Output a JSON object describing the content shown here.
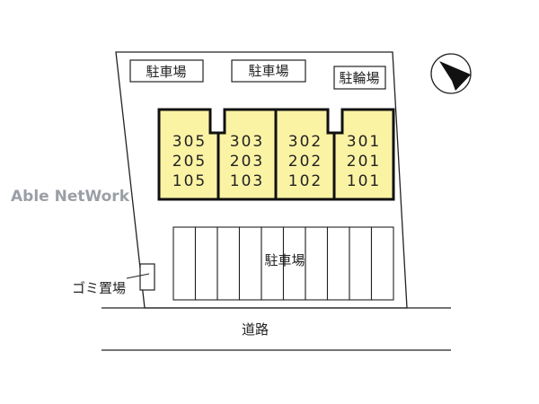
{
  "labels": {
    "parking_top_left": "駐車場",
    "parking_top_center": "駐車場",
    "bicycle_parking": "駐輪場",
    "parking_bottom": "駐車場",
    "garbage_area": "ゴミ置場",
    "road": "道路",
    "watermark": "Able NetWork"
  },
  "units": [
    {
      "rooms": [
        "305",
        "205",
        "105"
      ]
    },
    {
      "rooms": [
        "303",
        "203",
        "103"
      ]
    },
    {
      "rooms": [
        "302",
        "202",
        "102"
      ]
    },
    {
      "rooms": [
        "301",
        "201",
        "101"
      ]
    }
  ],
  "parking_stalls": 10,
  "colors": {
    "building_fill": "#fbf3a4",
    "line": "#222222",
    "watermark": "#8a8f96"
  },
  "compass_icon": "north-arrow"
}
